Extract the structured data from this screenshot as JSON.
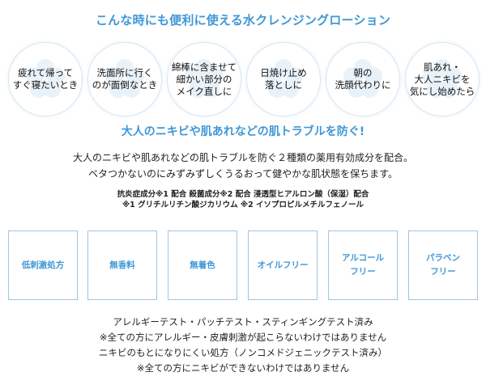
{
  "headline": "こんな時にも便利に使える水クレンジングローション",
  "use_cases": [
    {
      "text": "疲れて帰って\nすぐ寝たいとき"
    },
    {
      "text": "洗面所に行く\nのが面倒なとき"
    },
    {
      "text": "綿棒に含ませて\n細かい部分の\nメイク直しに"
    },
    {
      "text": "日焼け止め\n落としに"
    },
    {
      "text": "朝の\n洗顔代わりに"
    },
    {
      "text": "肌あれ・\n大人ニキビを\n気にし始めたら"
    }
  ],
  "sub_headline": "大人のニキビや肌あれなどの肌トラブルを防ぐ!",
  "description": {
    "line1": "大人のニキビや肌あれなどの肌トラブルを防ぐ２種類の薬用有効成分を配合。",
    "line2": "ベタつかないのにみずみずしくうるおって健やかな肌状態を保ちます。"
  },
  "ingredients": {
    "line1": "抗炎症成分※1 配合 殺菌成分※2 配合 浸透型ヒアルロン酸（保湿）配合",
    "line2": "※1 グリチルリチン酸ジカリウム ※2 イソプロピルメチルフェノール"
  },
  "features": [
    {
      "label": "低刺激処方"
    },
    {
      "label": "無香料"
    },
    {
      "label": "無着色"
    },
    {
      "label": "オイルフリー"
    },
    {
      "label": "アルコール\nフリー"
    },
    {
      "label": "パラベン\nフリー"
    }
  ],
  "notes": {
    "line1": "アレルギーテスト・パッチテスト・スティンギングテスト済み",
    "line2": "※全ての方にアレルギー・皮膚刺激が起こらないわけではありません",
    "line3": "ニキビのもとになりにくい処方（ノンコメドジェニックテスト済み）",
    "line4": "※全ての方にニキビができないわけではありません"
  },
  "colors": {
    "accent": "#3f97d6",
    "circle_border": "#d5e6f3",
    "feature_border": "#9cc6e6",
    "body_text": "#222222"
  }
}
